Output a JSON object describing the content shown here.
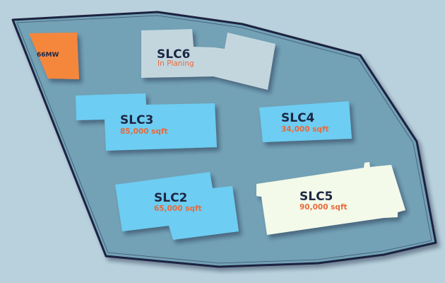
{
  "colors": {
    "background": "#b9d1dc",
    "site_fill": "#73a1b5",
    "site_outline": "#1b2341",
    "existing_building": "#6dcdf2",
    "planned_building": "#c3d6de",
    "slc5_building": "#f3fae9",
    "power": "#f5873e",
    "label_text": "#1d2744",
    "detail_text": "#e86a3c"
  },
  "buildings": {
    "power": {
      "label": "66MW"
    },
    "slc6": {
      "name": "SLC6",
      "detail": "In Planing"
    },
    "slc3": {
      "name": "SLC3",
      "detail": "85,000 sqft"
    },
    "slc4": {
      "name": "SLC4",
      "detail": "34,000 sqft"
    },
    "slc2": {
      "name": "SLC2",
      "detail": "65,000 sqft"
    },
    "slc5": {
      "name": "SLC5",
      "detail": "90,000 sqft"
    }
  }
}
